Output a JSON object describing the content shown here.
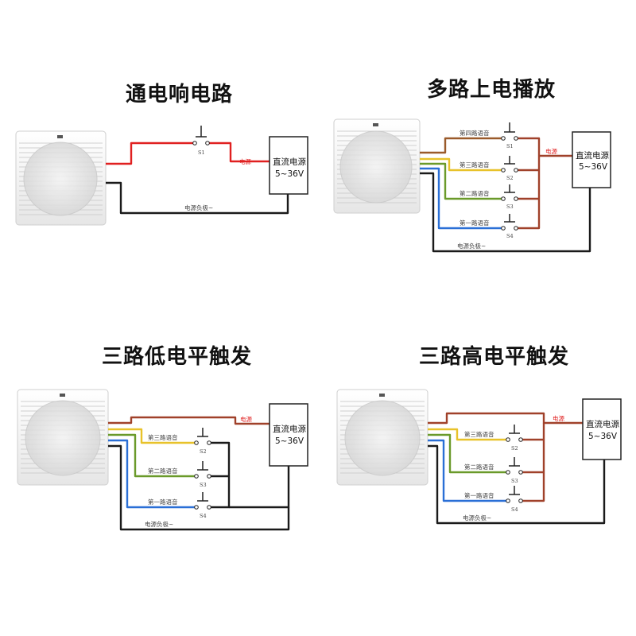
{
  "panels": [
    {
      "title": "通电响电路",
      "power_label": "电源",
      "neg_label": "电源负极~",
      "psu_line1": "直流电源",
      "psu_line2": "5~36V",
      "switches": [
        "S1"
      ],
      "channels": []
    },
    {
      "title": "多路上电播放",
      "power_label": "电源",
      "neg_label": "电源负极~",
      "psu_line1": "直流电源",
      "psu_line2": "5~36V",
      "switches": [
        "S1",
        "S2",
        "S3",
        "S4"
      ],
      "channels": [
        "第四路语音",
        "第三路语音",
        "第二路语音",
        "第一路语音"
      ]
    },
    {
      "title": "三路低电平触发",
      "power_label": "电源",
      "neg_label": "电源负极~",
      "psu_line1": "直流电源",
      "psu_line2": "5~36V",
      "switches": [
        "S2",
        "S3",
        "S4"
      ],
      "channels": [
        "第三路语音",
        "第二路语音",
        "第一路语音"
      ]
    },
    {
      "title": "三路高电平触发",
      "power_label": "电源",
      "neg_label": "电源负极~",
      "psu_line1": "直流电源",
      "psu_line2": "5~36V",
      "switches": [
        "S2",
        "S3",
        "S4"
      ],
      "channels": [
        "第三路语音",
        "第二路语音",
        "第一路语音"
      ]
    }
  ],
  "colors": {
    "red": "#e02020",
    "dark_red": "#a0412a",
    "brown": "#9a5a2a",
    "yellow": "#e8c22a",
    "green": "#6a9a2a",
    "blue": "#2a6fd6",
    "black": "#1a1a1a"
  }
}
